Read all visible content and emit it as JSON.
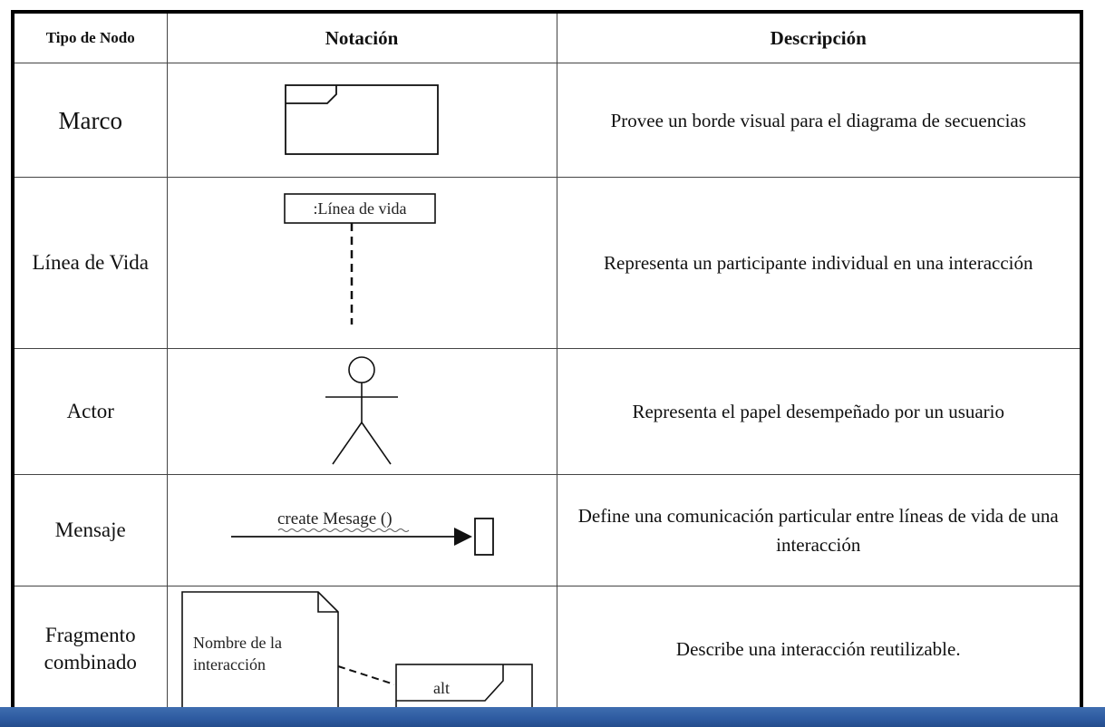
{
  "headers": {
    "type": "Tipo de Nodo",
    "notation": "Notación",
    "description": "Descripción"
  },
  "rows": [
    {
      "type": "Marco",
      "description": "Provee un borde visual para el diagrama de secuencias"
    },
    {
      "type": "Línea de Vida",
      "notation_label": ":Línea de vida",
      "description": "Representa un participante individual en una interacción"
    },
    {
      "type": "Actor",
      "notation_icon": "stick-figure-actor",
      "description": "Representa el papel desempeñado por un usuario"
    },
    {
      "type": "Mensaje",
      "notation_label": "create Mesage ()",
      "description": "Define una comunicación particular entre líneas de vida de una interacción"
    },
    {
      "type": "Fragmento combinado",
      "notation_note": "Nombre de la interacción",
      "notation_operator": "alt",
      "description": "Describe una interacción reutilizable."
    }
  ],
  "colors": {
    "border": "#000000",
    "footer_bar": "#2d5aa0"
  }
}
